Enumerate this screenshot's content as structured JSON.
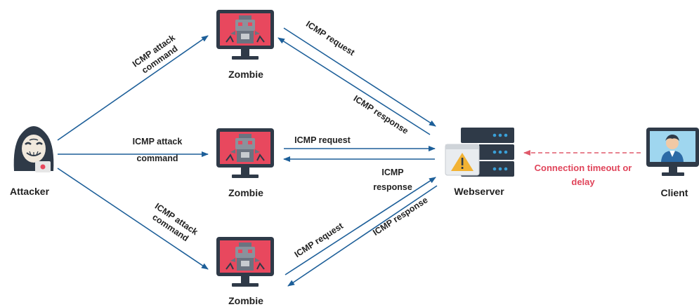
{
  "colors": {
    "arrow": "#1d5f99",
    "dashed_arrow": "#e05a6b",
    "warning_text": "#e0445a",
    "monitor_screen": "#e8485e",
    "server_body": "#2f3a48",
    "warning": "#f2b233"
  },
  "nodes": {
    "attacker": "Attacker",
    "zombie_top": "Zombie",
    "zombie_mid": "Zombie",
    "zombie_bottom": "Zombie",
    "webserver": "Webserver",
    "client": "Client"
  },
  "edges": {
    "cmd_top_1": "ICMP attack",
    "cmd_top_2": "command",
    "cmd_mid_1": "ICMP attack",
    "cmd_mid_2": "command",
    "cmd_bot_1": "ICMP attack",
    "cmd_bot_2": "command",
    "req_top": "ICMP request",
    "resp_top": "ICMP response",
    "req_mid": "ICMP request",
    "resp_mid_1": "ICMP",
    "resp_mid_2": "response",
    "req_bot": "ICMP request",
    "resp_bot": "ICMP response",
    "timeout_1": "Connection timeout or",
    "timeout_2": "delay"
  },
  "icons": {
    "attacker": "hooded-hacker-icon",
    "zombie": "infected-monitor-icon",
    "webserver": "server-warning-icon",
    "client": "user-monitor-icon"
  }
}
